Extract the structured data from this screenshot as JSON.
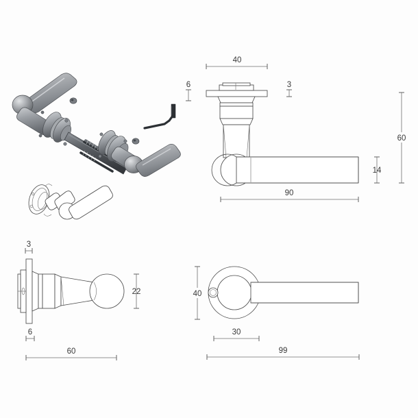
{
  "drawing": {
    "title": "Door handle technical drawing",
    "background_color": "#fdfdfd",
    "line_color": "#4a4a4a",
    "dimension_color": "#6f6f6f",
    "text_color": "#3a3a3a",
    "units": "mm"
  },
  "views": {
    "exploded_iso": {
      "name": "exploded-isometric-handle-set",
      "description": "Shaded 3D exploded view of door handle pair with spindle, fixing screws and allen key"
    },
    "single_iso": {
      "name": "isometric-single-handle",
      "description": "Line art isometric of single lever handle on round rosette"
    },
    "side_elevation": {
      "name": "side-elevation-view",
      "description": "Side elevation of lever handle with rosette"
    },
    "end_section": {
      "name": "end-section-view",
      "description": "End view of handle showing rosette plate and ball terminal"
    },
    "plan": {
      "name": "plan-view",
      "description": "Top plan view of lever and rosette"
    }
  },
  "dimensions": {
    "side_elevation": [
      {
        "id": "rosette-width",
        "value": "40",
        "orientation": "horizontal"
      },
      {
        "id": "rosette-projection",
        "value": "6",
        "orientation": "vertical"
      },
      {
        "id": "rosette-plate-thickness",
        "value": "3",
        "orientation": "vertical"
      },
      {
        "id": "lever-bar-height",
        "value": "14",
        "orientation": "vertical"
      },
      {
        "id": "overall-height",
        "value": "60",
        "orientation": "vertical"
      },
      {
        "id": "lever-length",
        "value": "90",
        "orientation": "horizontal"
      }
    ],
    "end_section": [
      {
        "id": "plate-thickness",
        "value": "3",
        "orientation": "horizontal"
      },
      {
        "id": "plate-offset",
        "value": "6",
        "orientation": "horizontal"
      },
      {
        "id": "ball-diameter",
        "value": "22",
        "orientation": "vertical"
      },
      {
        "id": "overall-projection",
        "value": "60",
        "orientation": "horizontal"
      }
    ],
    "plan": [
      {
        "id": "rosette-diameter",
        "value": "40",
        "orientation": "vertical"
      },
      {
        "id": "rosette-hub",
        "value": "30",
        "orientation": "horizontal"
      },
      {
        "id": "overall-length",
        "value": "99",
        "orientation": "horizontal"
      }
    ]
  }
}
